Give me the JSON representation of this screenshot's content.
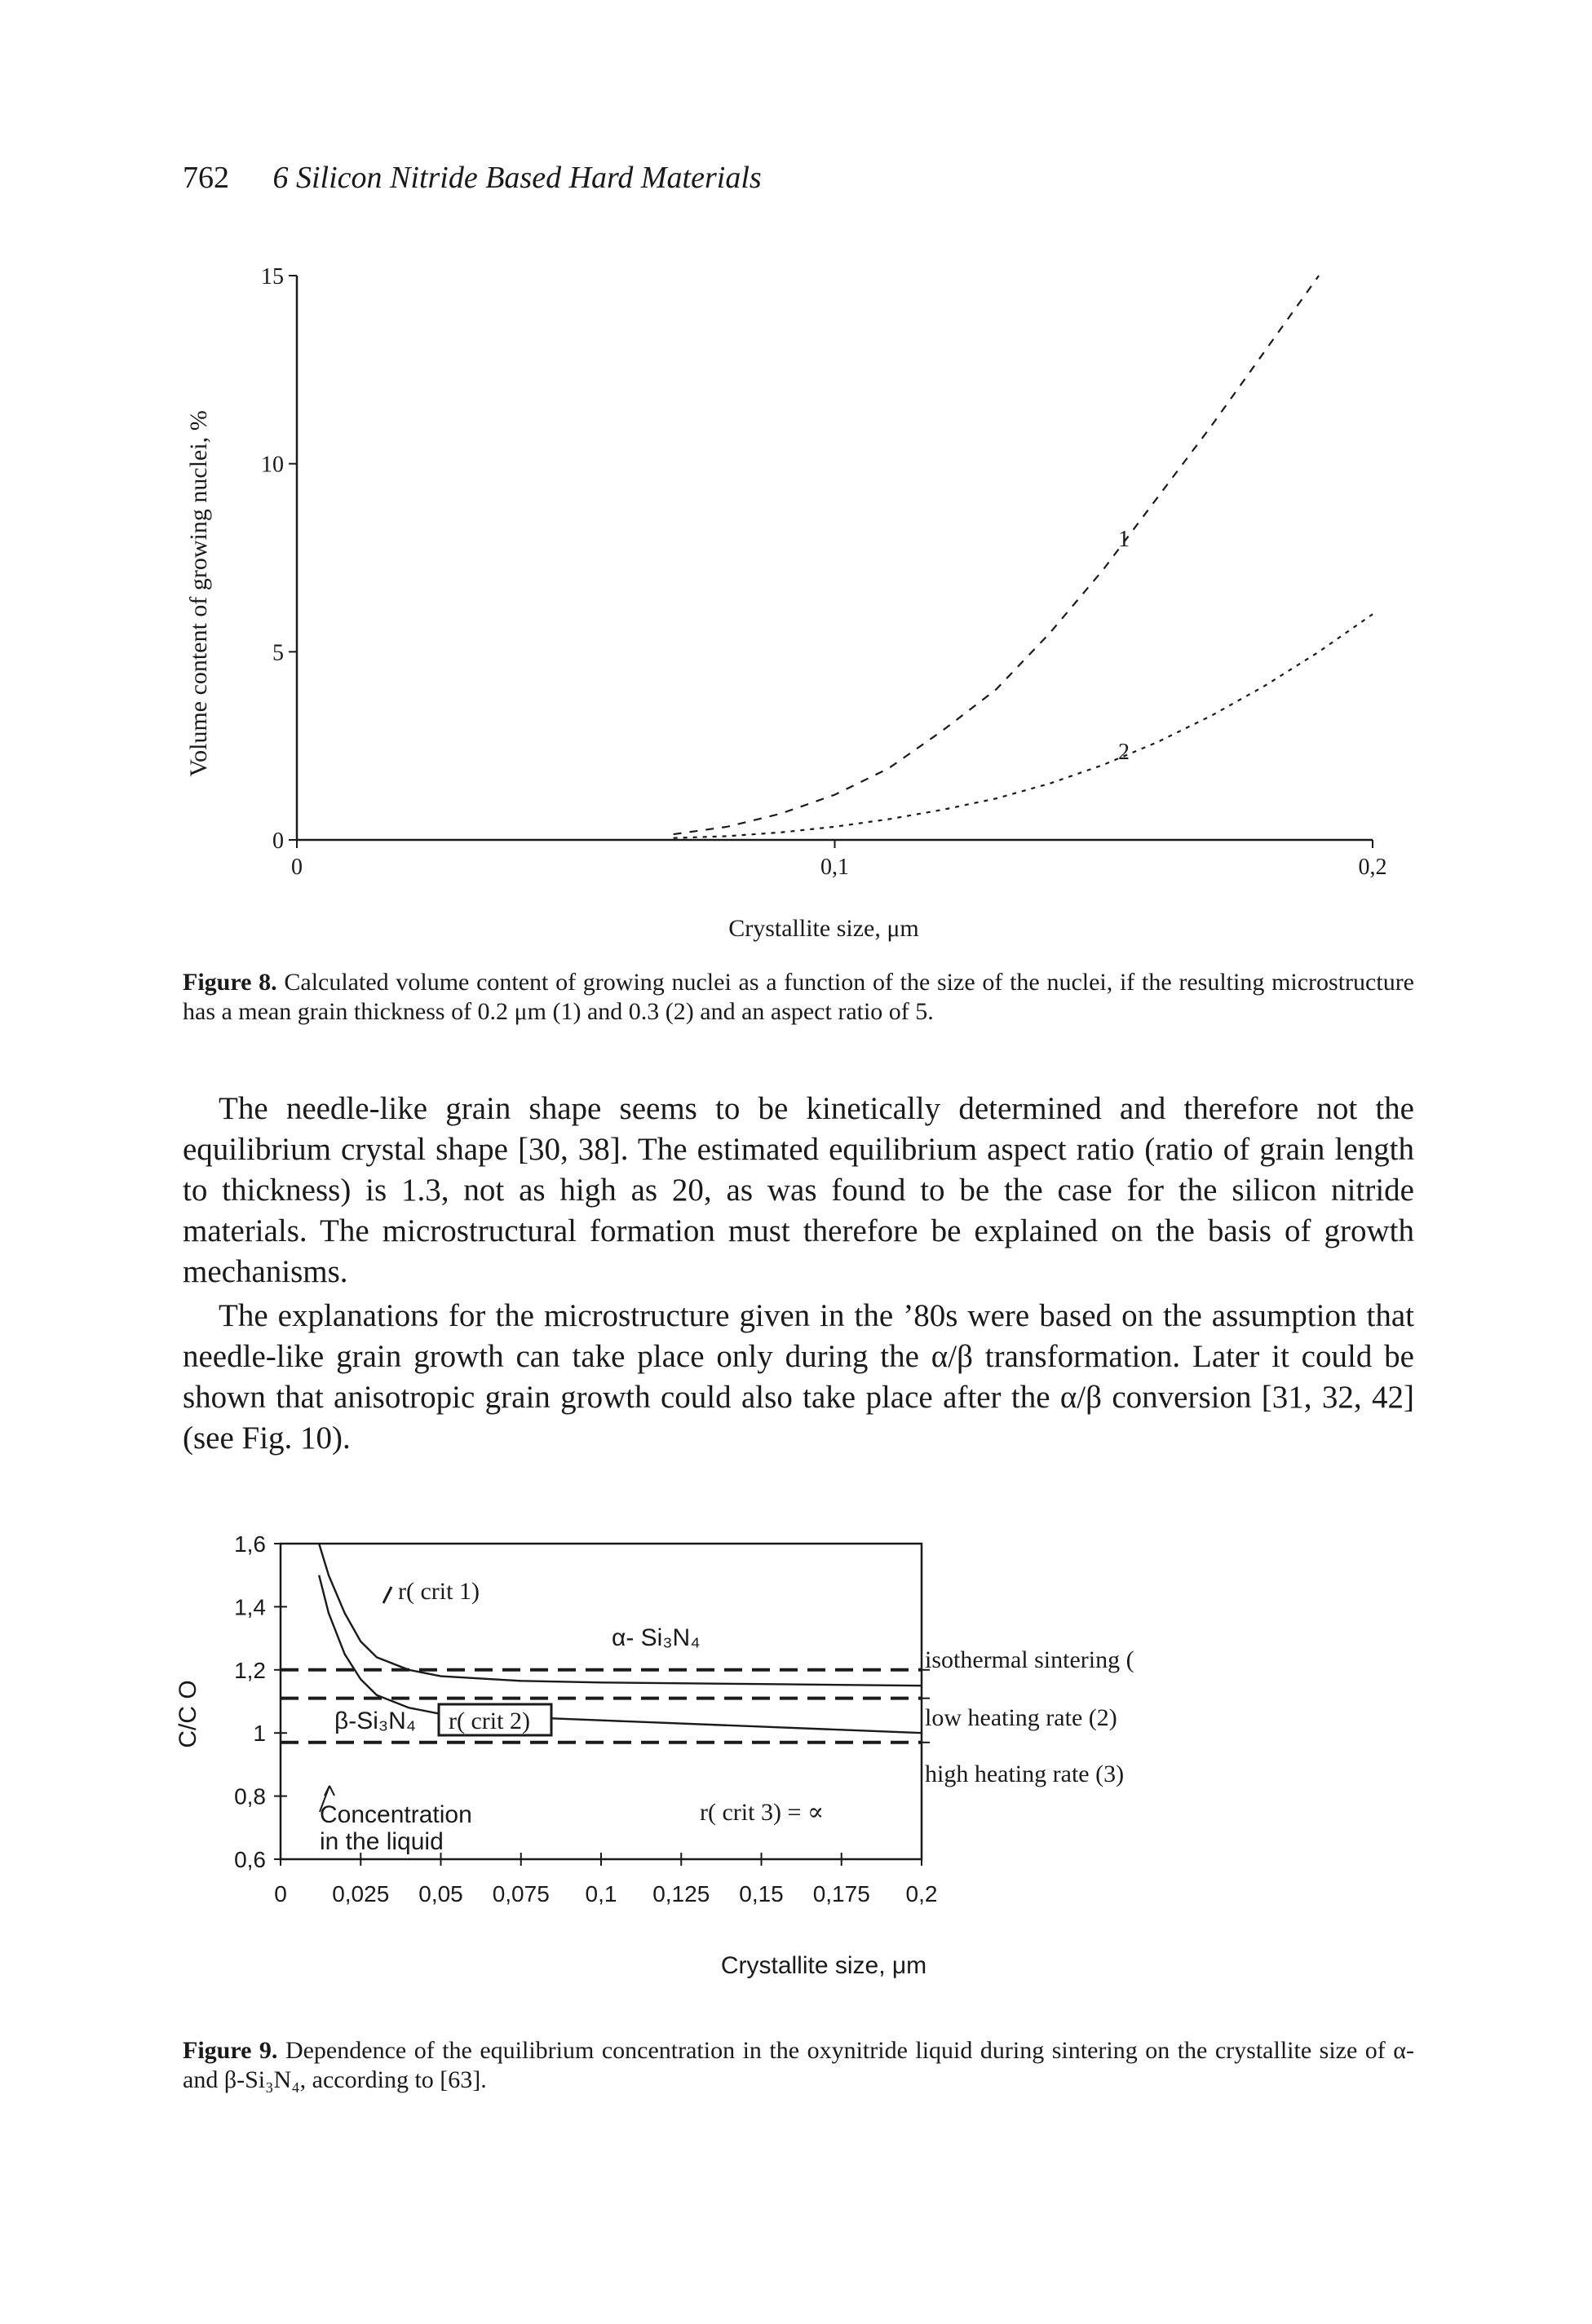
{
  "page": {
    "number": "762",
    "running_title": "6 Silicon Nitride Based Hard Materials"
  },
  "figure8": {
    "caption_label": "Figure 8.",
    "caption_text": "Calculated volume content of growing nuclei as a function of the size of the nuclei, if the resulting microstructure has a mean grain thickness of 0.2 μm (1) and 0.3 (2) and an aspect ratio of 5.",
    "curve_labels": [
      "1",
      "2"
    ]
  },
  "figure9": {
    "caption_label": "Figure 9.",
    "caption_text": "Dependence of the equilibrium concentration in the oxynitride liquid during sintering on the crystallite size of α- and β-Si₃N₄, according to [63].",
    "annotations": {
      "r_crit_1": "r( crit 1)",
      "r_crit_2": "r( crit 2)",
      "r_crit_3": "r( crit 3) = ∝",
      "alpha": "α- Si₃N₄",
      "beta": "β-Si₃N₄",
      "concentration_line1": "Concentration",
      "concentration_line2": "in the liquid"
    },
    "legend": [
      "isothermal sintering (",
      "low heating rate (2)",
      "high heating rate (3)"
    ]
  },
  "body": {
    "paragraphs": [
      "The needle-like grain shape seems to be kinetically determined and therefore not the equilibrium crystal shape [30, 38]. The estimated equilibrium aspect ratio (ratio of grain length to thickness) is 1.3, not as high as 20, as was found to be the case for the silicon nitride materials. The microstructural formation must therefore be explained on the basis of growth mechanisms.",
      "The explanations for the microstructure given in the ’80s were based on the assumption that needle-like grain growth can take place only during the α/β transformation. Later it could be shown that anisotropic grain growth could also take place after the α/β conversion [31, 32, 42] (see Fig. 10)."
    ]
  },
  "chart_data": [
    {
      "type": "line",
      "xlabel": "Crystallite size, μm",
      "ylabel": "Volume content of growing nuclei, %",
      "xlim": [
        0,
        0.2
      ],
      "ylim": [
        0,
        15
      ],
      "x_ticks": [
        "0",
        "0,1",
        "0,2"
      ],
      "y_ticks": [
        "0",
        "5",
        "10",
        "15"
      ],
      "series": [
        {
          "name": "1",
          "x": [
            0.07,
            0.08,
            0.09,
            0.1,
            0.11,
            0.12,
            0.13,
            0.14,
            0.15,
            0.16,
            0.17,
            0.18,
            0.19
          ],
          "y": [
            0.15,
            0.35,
            0.7,
            1.2,
            1.9,
            2.9,
            4.0,
            5.5,
            7.2,
            9.1,
            11.0,
            13.0,
            15.0
          ]
        },
        {
          "name": "2",
          "x": [
            0.07,
            0.08,
            0.09,
            0.1,
            0.11,
            0.12,
            0.13,
            0.14,
            0.15,
            0.16,
            0.17,
            0.18,
            0.19,
            0.2
          ],
          "y": [
            0.05,
            0.1,
            0.2,
            0.35,
            0.55,
            0.8,
            1.1,
            1.5,
            2.0,
            2.6,
            3.3,
            4.1,
            5.0,
            6.0
          ]
        }
      ]
    },
    {
      "type": "line",
      "xlabel": "Crystallite size, μm",
      "ylabel": "C/C O",
      "xlim": [
        0,
        0.2
      ],
      "ylim": [
        0.6,
        1.6
      ],
      "x_ticks": [
        "0",
        "0,025",
        "0,05",
        "0,075",
        "0,1",
        "0,125",
        "0,15",
        "0,175",
        "0,2"
      ],
      "y_ticks": [
        "0,6",
        "0,8",
        "1",
        "1,2",
        "1,4",
        "1,6"
      ],
      "series": [
        {
          "name": "α- Si₃N₄",
          "x": [
            0.012,
            0.015,
            0.02,
            0.025,
            0.03,
            0.04,
            0.05,
            0.075,
            0.1,
            0.15,
            0.2
          ],
          "y": [
            1.6,
            1.5,
            1.38,
            1.29,
            1.24,
            1.2,
            1.18,
            1.165,
            1.16,
            1.155,
            1.15
          ]
        },
        {
          "name": "β-Si₃N₄",
          "x": [
            0.012,
            0.015,
            0.02,
            0.025,
            0.03,
            0.04,
            0.05,
            0.075,
            0.1,
            0.15,
            0.2
          ],
          "y": [
            1.5,
            1.38,
            1.25,
            1.17,
            1.12,
            1.08,
            1.06,
            1.05,
            1.04,
            1.02,
            1.0
          ]
        },
        {
          "name": "isothermal sintering (",
          "x": [
            0,
            0.2
          ],
          "y": [
            1.2,
            1.2
          ]
        },
        {
          "name": "low heating rate (2)",
          "x": [
            0,
            0.2
          ],
          "y": [
            1.11,
            1.11
          ]
        },
        {
          "name": "high heating rate (3)",
          "x": [
            0,
            0.2
          ],
          "y": [
            0.97,
            0.97
          ]
        }
      ]
    }
  ]
}
